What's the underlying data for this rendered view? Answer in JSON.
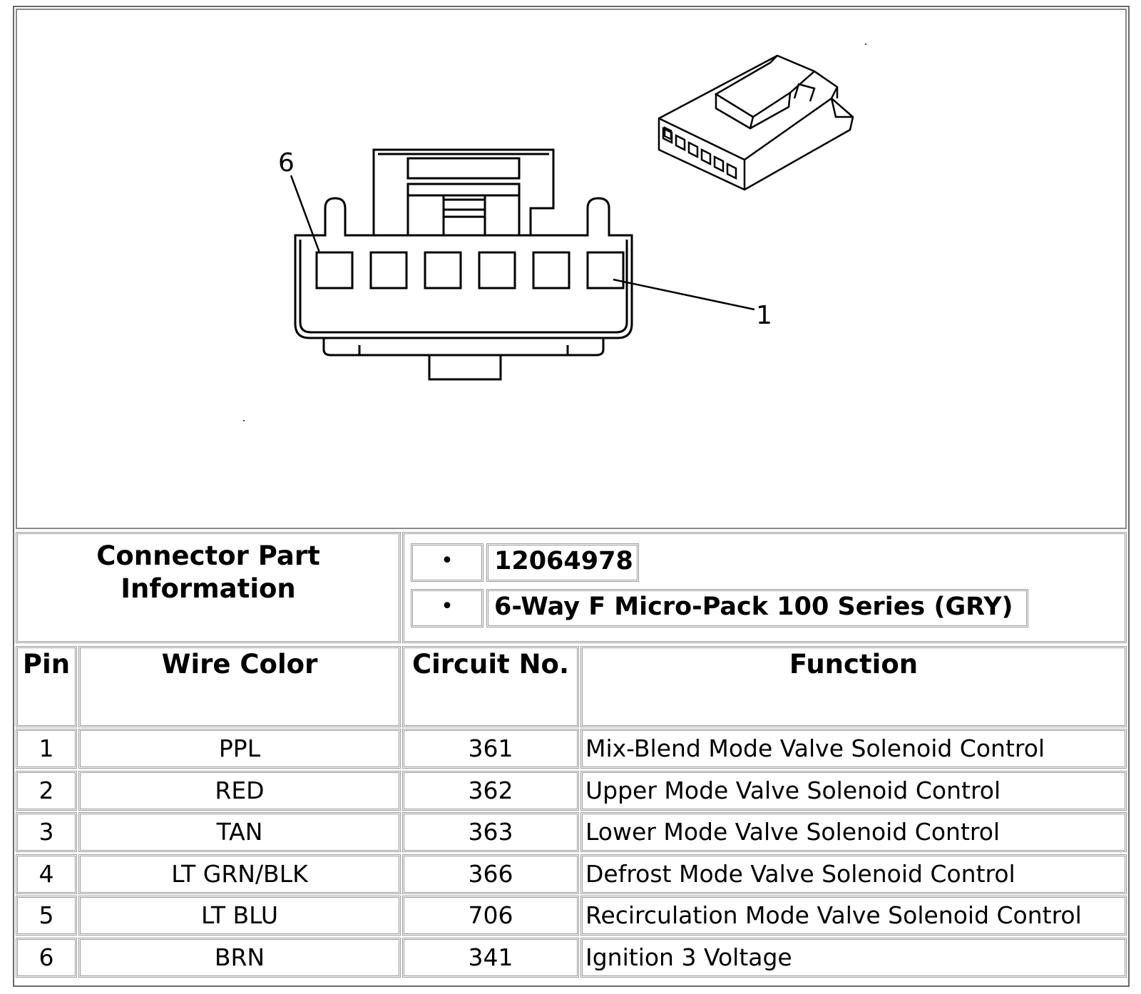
{
  "diagram": {
    "pin_label_top": "6",
    "pin_label_bottom": "1",
    "pin_count": 6
  },
  "connector_info": {
    "title": "Connector Part Information",
    "items": [
      {
        "bullet": "•",
        "value": "12064978"
      },
      {
        "bullet": "•",
        "value": "6-Way F Micro-Pack 100 Series (GRY)"
      }
    ]
  },
  "table": {
    "headers": {
      "pin": "Pin",
      "wire_color": "Wire Color",
      "circuit": "Circuit No.",
      "function": "Function"
    },
    "rows": [
      {
        "pin": "1",
        "wire_color": "PPL",
        "circuit": "361",
        "function": "Mix-Blend Mode Valve Solenoid Control"
      },
      {
        "pin": "2",
        "wire_color": "RED",
        "circuit": "362",
        "function": "Upper Mode Valve Solenoid Control"
      },
      {
        "pin": "3",
        "wire_color": "TAN",
        "circuit": "363",
        "function": "Lower Mode Valve Solenoid Control"
      },
      {
        "pin": "4",
        "wire_color": "LT GRN/BLK",
        "circuit": "366",
        "function": "Defrost Mode Valve Solenoid Control"
      },
      {
        "pin": "5",
        "wire_color": "LT BLU",
        "circuit": "706",
        "function": "Recirculation Mode Valve Solenoid Control"
      },
      {
        "pin": "6",
        "wire_color": "BRN",
        "circuit": "341",
        "function": "Ignition 3 Voltage"
      }
    ]
  }
}
